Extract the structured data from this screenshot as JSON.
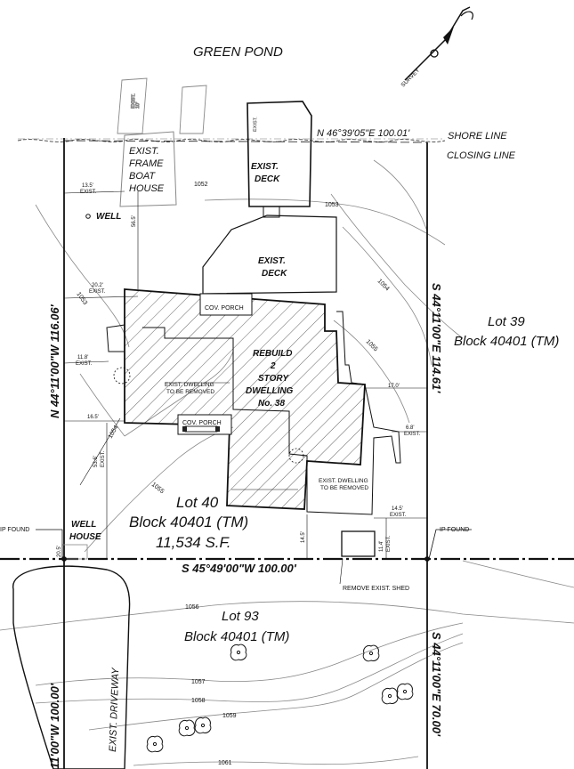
{
  "labels": {
    "water_body": "GREEN POND",
    "north_arrow_label": "SURVEY",
    "shore_line": "SHORE LINE",
    "closing_line": "CLOSING LINE",
    "boat_house": [
      "EXIST.",
      "FRAME",
      "BOAT",
      "HOUSE"
    ],
    "dock_dims": [
      "10'",
      "EXIST."
    ],
    "well": "WELL",
    "upper_deck": [
      "EXIST.",
      "DECK"
    ],
    "upper_deck_dim": "EXIST.",
    "main_deck": [
      "EXIST.",
      "DECK"
    ],
    "cov_porch_top": "COV. PORCH",
    "cov_porch_bottom": "COV. PORCH",
    "rebuild": [
      "REBUILD",
      "2",
      "STORY",
      "DWELLING",
      "No. 38"
    ],
    "exist_dwelling_left": [
      "EXIST. DWELLING",
      "TO BE REMOVED"
    ],
    "exist_dwelling_right": [
      "EXIST. DWELLING",
      "TO BE REMOVED"
    ],
    "lot40": [
      "Lot 40",
      "Block 40401 (TM)",
      "11,534 S.F."
    ],
    "lot39": [
      "Lot 39",
      "Block 40401 (TM)"
    ],
    "lot93": [
      "Lot 93",
      "Block 40401 (TM)"
    ],
    "well_house": [
      "WELL",
      "HOUSE"
    ],
    "ip_found_left": "IP FOUND",
    "ip_found_right": "IP FOUND",
    "remove_shed": "REMOVE EXIST. SHED",
    "driveway": "EXIST. DRIVEWAY"
  },
  "bearings": {
    "north": "N 46°39'05\"E 100.01'",
    "west": "N 44°11'00\"W 116.06'",
    "east": "S 44°11'00\"E 114.61'",
    "south": "S 45°49'00\"W 100.00'",
    "east_lower": "S 44°11'00\"E 70.00'",
    "west_lower": "11'00\"W 100.00'"
  },
  "dims": {
    "d1": "13.5'",
    "d1b": "EXIST.",
    "d2": "20.2'",
    "d2b": "EXIST.",
    "d3": "11.8'",
    "d3b": "EXIST.",
    "d4": "16.5'",
    "d5": "17.0'",
    "d6": "6.8'",
    "d6b": "EXIST.",
    "d7": "14.5'",
    "d7b": "EXIST.",
    "d8": "11.4'",
    "d8b": "EXIST.",
    "d9": "53.6'",
    "d9b": "EXIST.",
    "d10": "14.5'",
    "d11": "20.5'",
    "d12": "56.5'"
  },
  "contours": [
    "1052",
    "1053",
    "1053",
    "1054",
    "1054",
    "1055",
    "1055",
    "1056",
    "1057",
    "1058",
    "1059",
    "1061"
  ]
}
